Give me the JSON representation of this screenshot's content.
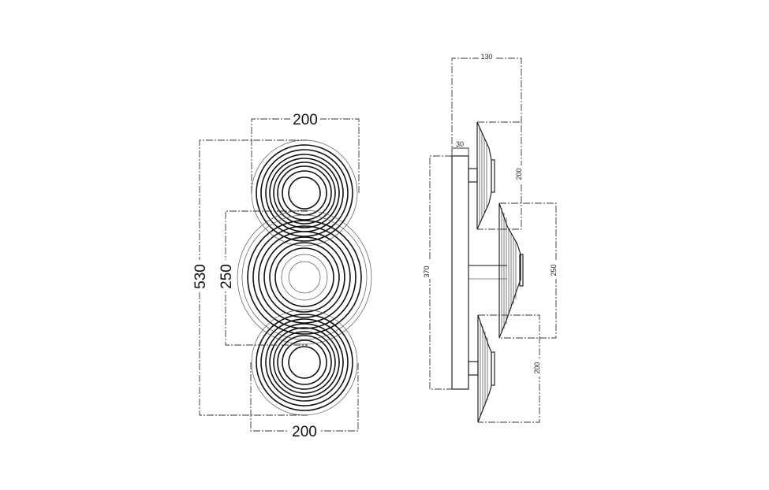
{
  "drawing": {
    "front_view": {
      "width_top": "200",
      "width_bottom": "200",
      "total_height": "530",
      "center_spacing": "250",
      "rings": 3
    },
    "side_view": {
      "depth": "130",
      "plate_depth": "30",
      "plate_height": "370",
      "shade_top_height": "200",
      "shade_middle_height": "250",
      "shade_bottom_height": "200"
    }
  }
}
